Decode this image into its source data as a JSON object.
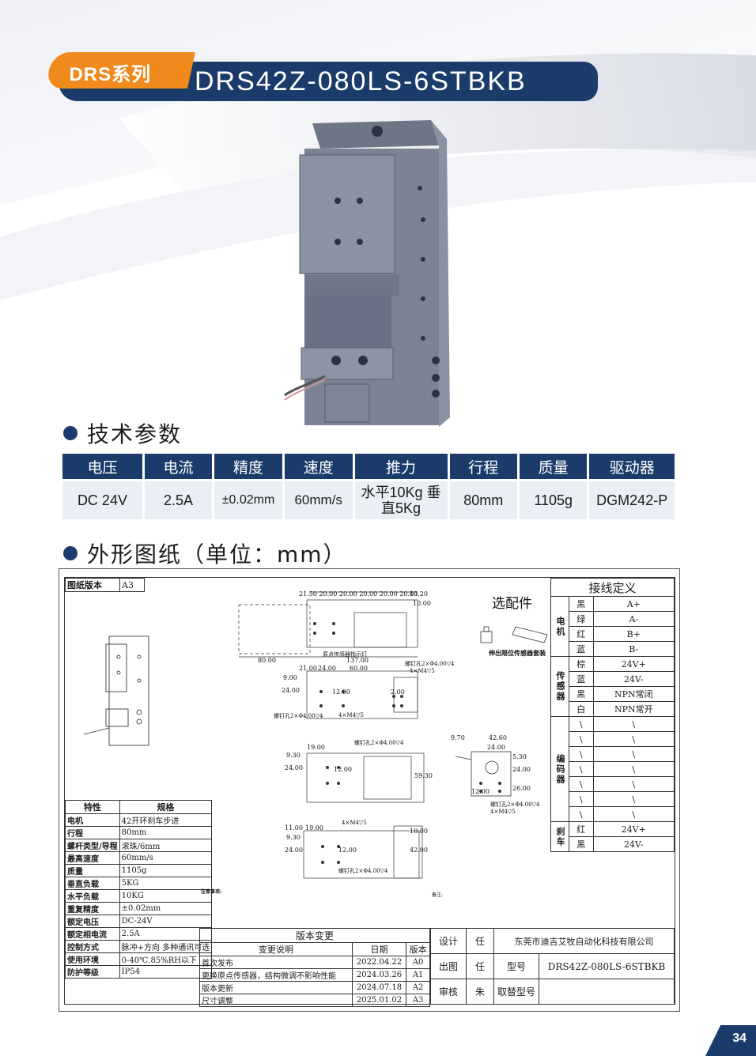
{
  "header": {
    "series": "DRS系列",
    "model": "DRS42Z-080LS-6STBKB"
  },
  "sections": {
    "tech": "技术参数",
    "drawing": "外形图纸（单位：mm）"
  },
  "specs": {
    "headers": [
      "电压",
      "电流",
      "精度",
      "速度",
      "推力",
      "行程",
      "质量",
      "驱动器"
    ],
    "values": [
      "DC 24V",
      "2.5A",
      "±0.02mm",
      "60mm/s",
      "水平10Kg 垂直5Kg",
      "80mm",
      "1105g",
      "DGM242-P"
    ]
  },
  "drawing": {
    "version_label": "图纸版本",
    "version": "A3",
    "accessories_title": "选配件",
    "accessories_caption": "伸出限位传感器套装",
    "wiring_title": "接线定义",
    "wiring": [
      [
        "电机",
        "黑",
        "A+"
      ],
      [
        "",
        "绿",
        "A-"
      ],
      [
        "",
        "红",
        "B+"
      ],
      [
        "",
        "蓝",
        "B-"
      ],
      [
        "传感器",
        "棕",
        "24V+"
      ],
      [
        "",
        "蓝",
        "24V-"
      ],
      [
        "",
        "黑",
        "NPN常闭"
      ],
      [
        "",
        "白",
        "NPN常开"
      ],
      [
        "编码器",
        "\\",
        "\\"
      ],
      [
        "",
        "\\",
        "\\"
      ],
      [
        "",
        "\\",
        "\\"
      ],
      [
        "",
        "\\",
        "\\"
      ],
      [
        "",
        "\\",
        "\\"
      ],
      [
        "",
        "\\",
        "\\"
      ],
      [
        "",
        "\\",
        "\\"
      ],
      [
        "刹车",
        "红",
        "24V+"
      ],
      [
        "",
        "黑",
        "24V-"
      ]
    ],
    "props_head": [
      "特性",
      "规格"
    ],
    "props": [
      [
        "电机",
        "42开环刹车步进"
      ],
      [
        "行程",
        "80mm"
      ],
      [
        "螺杆类型/导程",
        "滚珠/6mm"
      ],
      [
        "最高速度",
        "60mm/s"
      ],
      [
        "质量",
        "1105g"
      ],
      [
        "垂直负载",
        "5KG"
      ],
      [
        "水平负载",
        "10KG"
      ],
      [
        "重复精度",
        "±0.02mm"
      ],
      [
        "额定电压",
        "DC-24V"
      ],
      [
        "额定相电流",
        "2.5A"
      ],
      [
        "控制方式",
        "脉冲+方向 多种通讯可选"
      ],
      [
        "使用环境",
        "0-40℃.85%RH以下"
      ],
      [
        "防护等级",
        "IP54"
      ]
    ],
    "revision_title": "版本变更",
    "revision_head": [
      "变更说明",
      "日期",
      "版本"
    ],
    "revisions": [
      [
        "首次发布",
        "2022.04.22",
        "A0"
      ],
      [
        "更换原点传感器，结构微调不影响性能",
        "2024.03.26",
        "A1"
      ],
      [
        "版本更新",
        "2024.07.18",
        "A2"
      ],
      [
        "尺寸调整",
        "2025.01.02",
        "A3"
      ]
    ],
    "title_block": {
      "design_label": "设计",
      "design_by": "任",
      "company": "东莞市迪吉艾牧自动化科技有限公司",
      "draw_label": "出图",
      "draw_by": "任",
      "model_label": "型号",
      "model": "DRS42Z-080LS-6STBKB",
      "review_label": "审核",
      "review_by": "朱",
      "replace_label": "取替型号",
      "replace": ""
    },
    "notes_title": "注意事项:",
    "remarks": "备注:",
    "dims": {
      "top": "21.50 20.00 20.00 20.00 20.00 20.00",
      "d1320": "13.20",
      "d1000": "10.00",
      "d13700": "137.00",
      "d8000": "80.00",
      "d2100": "21.00",
      "d2400": "24.00",
      "d6000": "60.00",
      "d900": "9.00",
      "d1200": "12.00",
      "d200": "2.00",
      "origin": "原点传感器指示灯",
      "tap1": "螺钉孔2×Φ4.00▽4",
      "m4": "4×M4▽5",
      "d970": "9.70",
      "d4260": "42.60",
      "d530": "5.30",
      "d2600": "26.00",
      "d1900": "19.00",
      "d930": "9.30",
      "d5930": "59.30",
      "d1100": "11.00",
      "d4200": "42.00"
    }
  },
  "page_number": "34"
}
